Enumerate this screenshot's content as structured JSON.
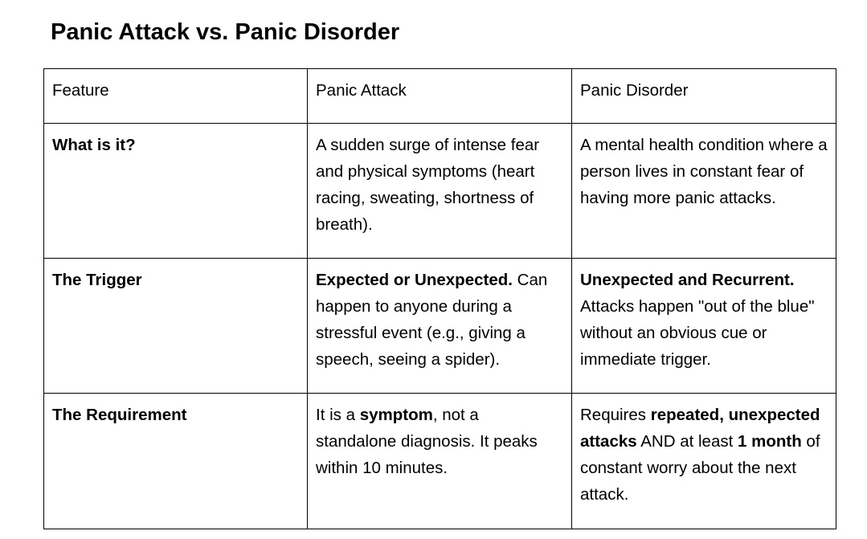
{
  "title": "Panic Attack vs. Panic Disorder",
  "table": {
    "headers": [
      "Feature",
      "Panic Attack",
      "Panic Disorder"
    ],
    "rows": [
      {
        "feature": "What is it?",
        "attack": [
          {
            "text": "A sudden surge of intense fear and physical symptoms (heart racing, sweating, shortness of breath).",
            "bold": false
          }
        ],
        "disorder": [
          {
            "text": "A mental health condition where a person lives in constant fear of having more panic attacks.",
            "bold": false
          }
        ]
      },
      {
        "feature": "The Trigger",
        "attack": [
          {
            "text": "Expected or Unexpected.",
            "bold": true
          },
          {
            "text": " Can happen to anyone during a stressful event (e.g., giving a speech, seeing a spider).",
            "bold": false
          }
        ],
        "disorder": [
          {
            "text": "Unexpected and Recurrent.",
            "bold": true
          },
          {
            "text": " Attacks happen \"out of the blue\" without an obvious cue or immediate trigger.",
            "bold": false
          }
        ]
      },
      {
        "feature": "The Requirement",
        "attack": [
          {
            "text": "It is a ",
            "bold": false
          },
          {
            "text": "symptom",
            "bold": true
          },
          {
            "text": ", not a standalone diagnosis. It peaks within 10 minutes.",
            "bold": false
          }
        ],
        "disorder": [
          {
            "text": "Requires ",
            "bold": false
          },
          {
            "text": "repeated, unexpected attacks",
            "bold": true
          },
          {
            "text": " AND at least ",
            "bold": false
          },
          {
            "text": "1 month",
            "bold": true
          },
          {
            "text": " of constant worry about the next attack.",
            "bold": false
          }
        ]
      }
    ]
  }
}
